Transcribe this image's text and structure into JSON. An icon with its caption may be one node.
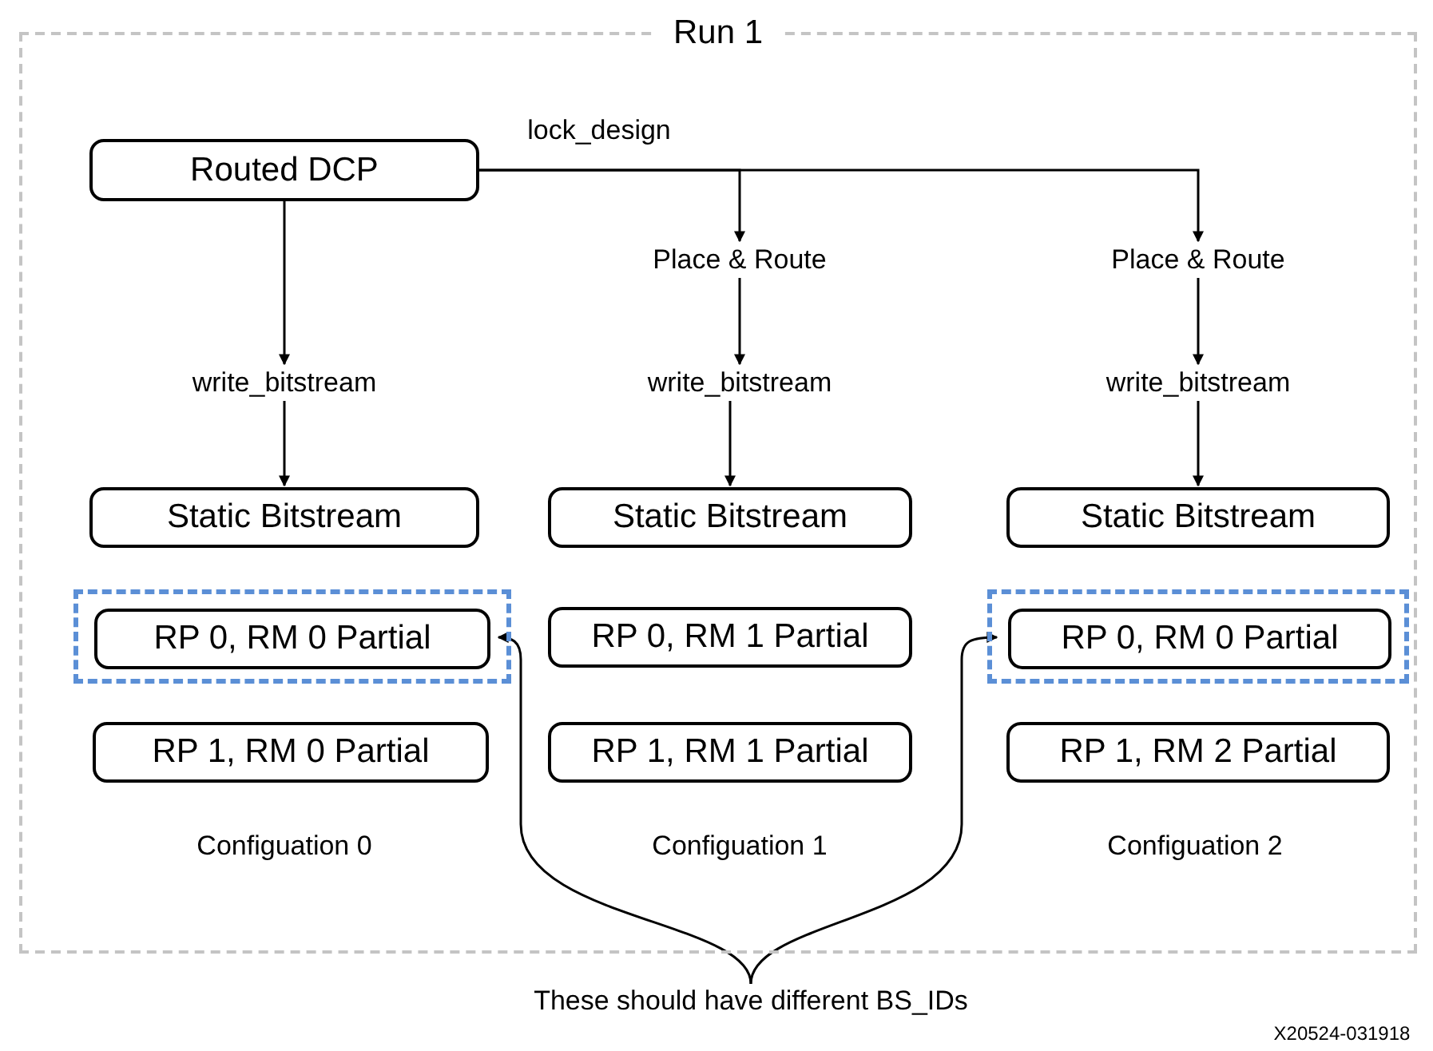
{
  "diagram": {
    "nodes": [
      {
        "text": [
          "Run 1"
        ]
      },
      {
        "text": [
          "Routed DCP"
        ],
        "in": 0
      },
      {
        "text": [
          "Place & Route"
        ],
        "in": 0
      },
      {
        "text": [
          "Place & Route"
        ],
        "in": 0
      },
      {
        "text": [
          "write_bitstream"
        ],
        "in": 0
      },
      {
        "text": [
          "write_bitstream"
        ],
        "in": 0
      },
      {
        "text": [
          "write_bitstream"
        ],
        "in": 0
      },
      {
        "text": [
          "Static Bitstream"
        ],
        "in": 0
      },
      {
        "text": [
          "Static Bitstream"
        ],
        "in": 0
      },
      {
        "text": [
          "Static Bitstream"
        ],
        "in": 0
      },
      {
        "text": [],
        "shape": "box",
        "in": 0
      },
      {
        "text": [
          "RP 0, RM 0 Partial"
        ],
        "in": 10
      },
      {
        "text": [
          "RP 0, RM 1 Partial"
        ],
        "in": 0
      },
      {
        "text": [],
        "shape": "box",
        "in": 0
      },
      {
        "text": [
          "RP 0, RM 0 Partial"
        ],
        "in": 13
      },
      {
        "text": [
          "RP 1, RM 0 Partial"
        ],
        "in": 0
      },
      {
        "text": [
          "RP 1, RM 1 Partial"
        ],
        "in": 0
      },
      {
        "text": [
          "RP 1, RM 2 Partial"
        ],
        "in": 0
      },
      {
        "text": [
          "These should have different BS_IDs"
        ]
      }
    ],
    "edges": [
      {
        "from": 1,
        "to": 4,
        "arrow": "to"
      },
      {
        "from": 1,
        "to": 2,
        "arrow": "to"
      },
      {
        "from": 1,
        "to": 3,
        "arrow": "to"
      },
      {
        "from": 2,
        "to": 5,
        "arrow": "to"
      },
      {
        "from": 3,
        "to": 6,
        "arrow": "to"
      },
      {
        "from": 4,
        "to": 7,
        "arrow": "to"
      },
      {
        "from": 5,
        "to": 8,
        "arrow": "to"
      },
      {
        "from": 6,
        "to": 9,
        "arrow": "to"
      },
      {
        "from": 18,
        "to": 11,
        "arrow": "to"
      },
      {
        "from": 18,
        "to": 14,
        "arrow": "to"
      }
    ],
    "labels": [
      "lock_design",
      "Configuation 0",
      "Configuation 1",
      "Configuation 2",
      "X20524-031918"
    ]
  }
}
